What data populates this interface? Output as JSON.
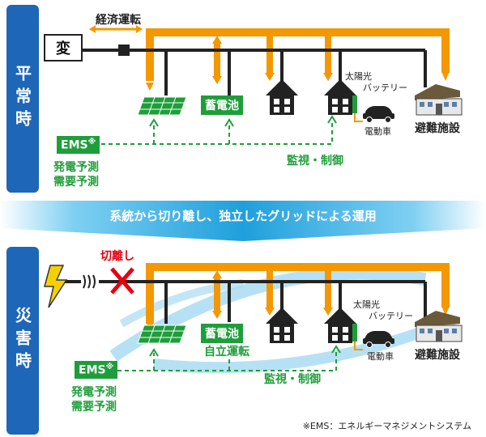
{
  "side_top": "平常時",
  "side_bottom": "災害時",
  "henden": "変",
  "economic_operation": "経済運転",
  "battery": "蓄電池",
  "solar_battery_top": "太陽光",
  "solar_battery_bottom": "バッテリー",
  "ev": "電動車",
  "shelter": "避難施設",
  "ems": "EMS",
  "ems_mark": "※",
  "forecast_gen": "発電予測",
  "forecast_demand": "需要予測",
  "monitor": "監視・制御",
  "banner": "系統から切り離し、独立したグリッドによる運用",
  "disconnect": "切離し",
  "independent": "自立運転",
  "footnote": "※EMS：エネルギーマネジメントシステム",
  "colors": {
    "orange": "#f39800",
    "blue": "#1d66b8",
    "green": "#1e9e3a",
    "red": "#e60012",
    "banner": "#2aa7e0"
  }
}
